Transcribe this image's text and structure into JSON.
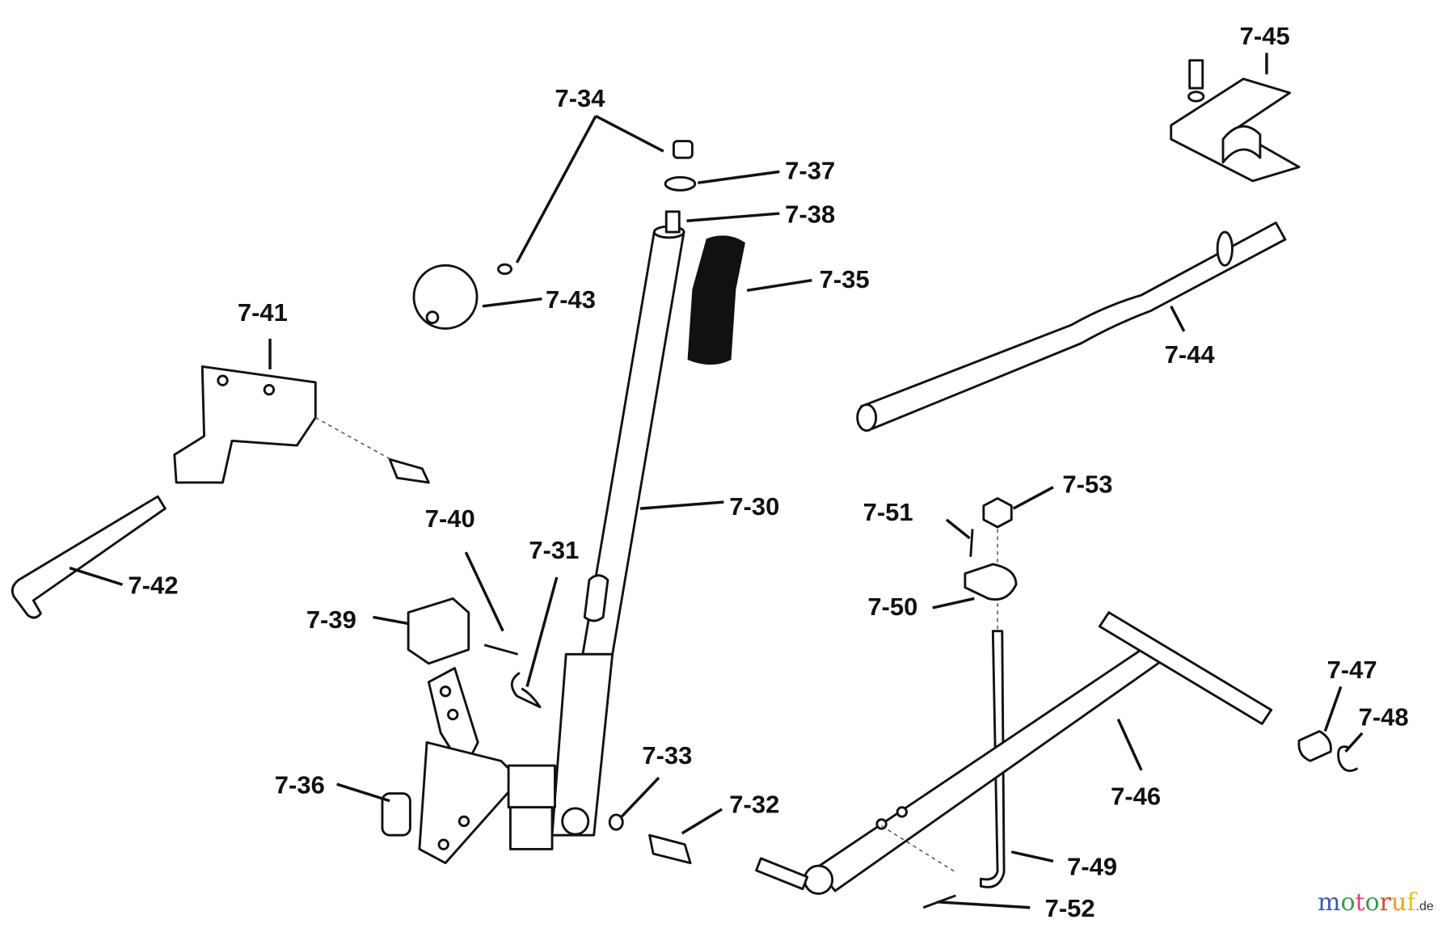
{
  "diagram": {
    "labels": {
      "p7_30": "7-30",
      "p7_31": "7-31",
      "p7_32": "7-32",
      "p7_33": "7-33",
      "p7_34": "7-34",
      "p7_35": "7-35",
      "p7_36": "7-36",
      "p7_37": "7-37",
      "p7_38": "7-38",
      "p7_39": "7-39",
      "p7_40": "7-40",
      "p7_41": "7-41",
      "p7_42": "7-42",
      "p7_43": "7-43",
      "p7_44": "7-44",
      "p7_45": "7-45",
      "p7_46": "7-46",
      "p7_47": "7-47",
      "p7_48": "7-48",
      "p7_49": "7-49",
      "p7_50": "7-50",
      "p7_51": "7-51",
      "p7_52": "7-52",
      "p7_53": "7-53"
    }
  },
  "watermark": {
    "text": "motoruf",
    "suffix": ".de",
    "colors": [
      "#3b5ba8",
      "#3a9a4a",
      "#e0407a",
      "#3a9a4a",
      "#d84a2a",
      "#e8a020",
      "#e8c020"
    ]
  }
}
